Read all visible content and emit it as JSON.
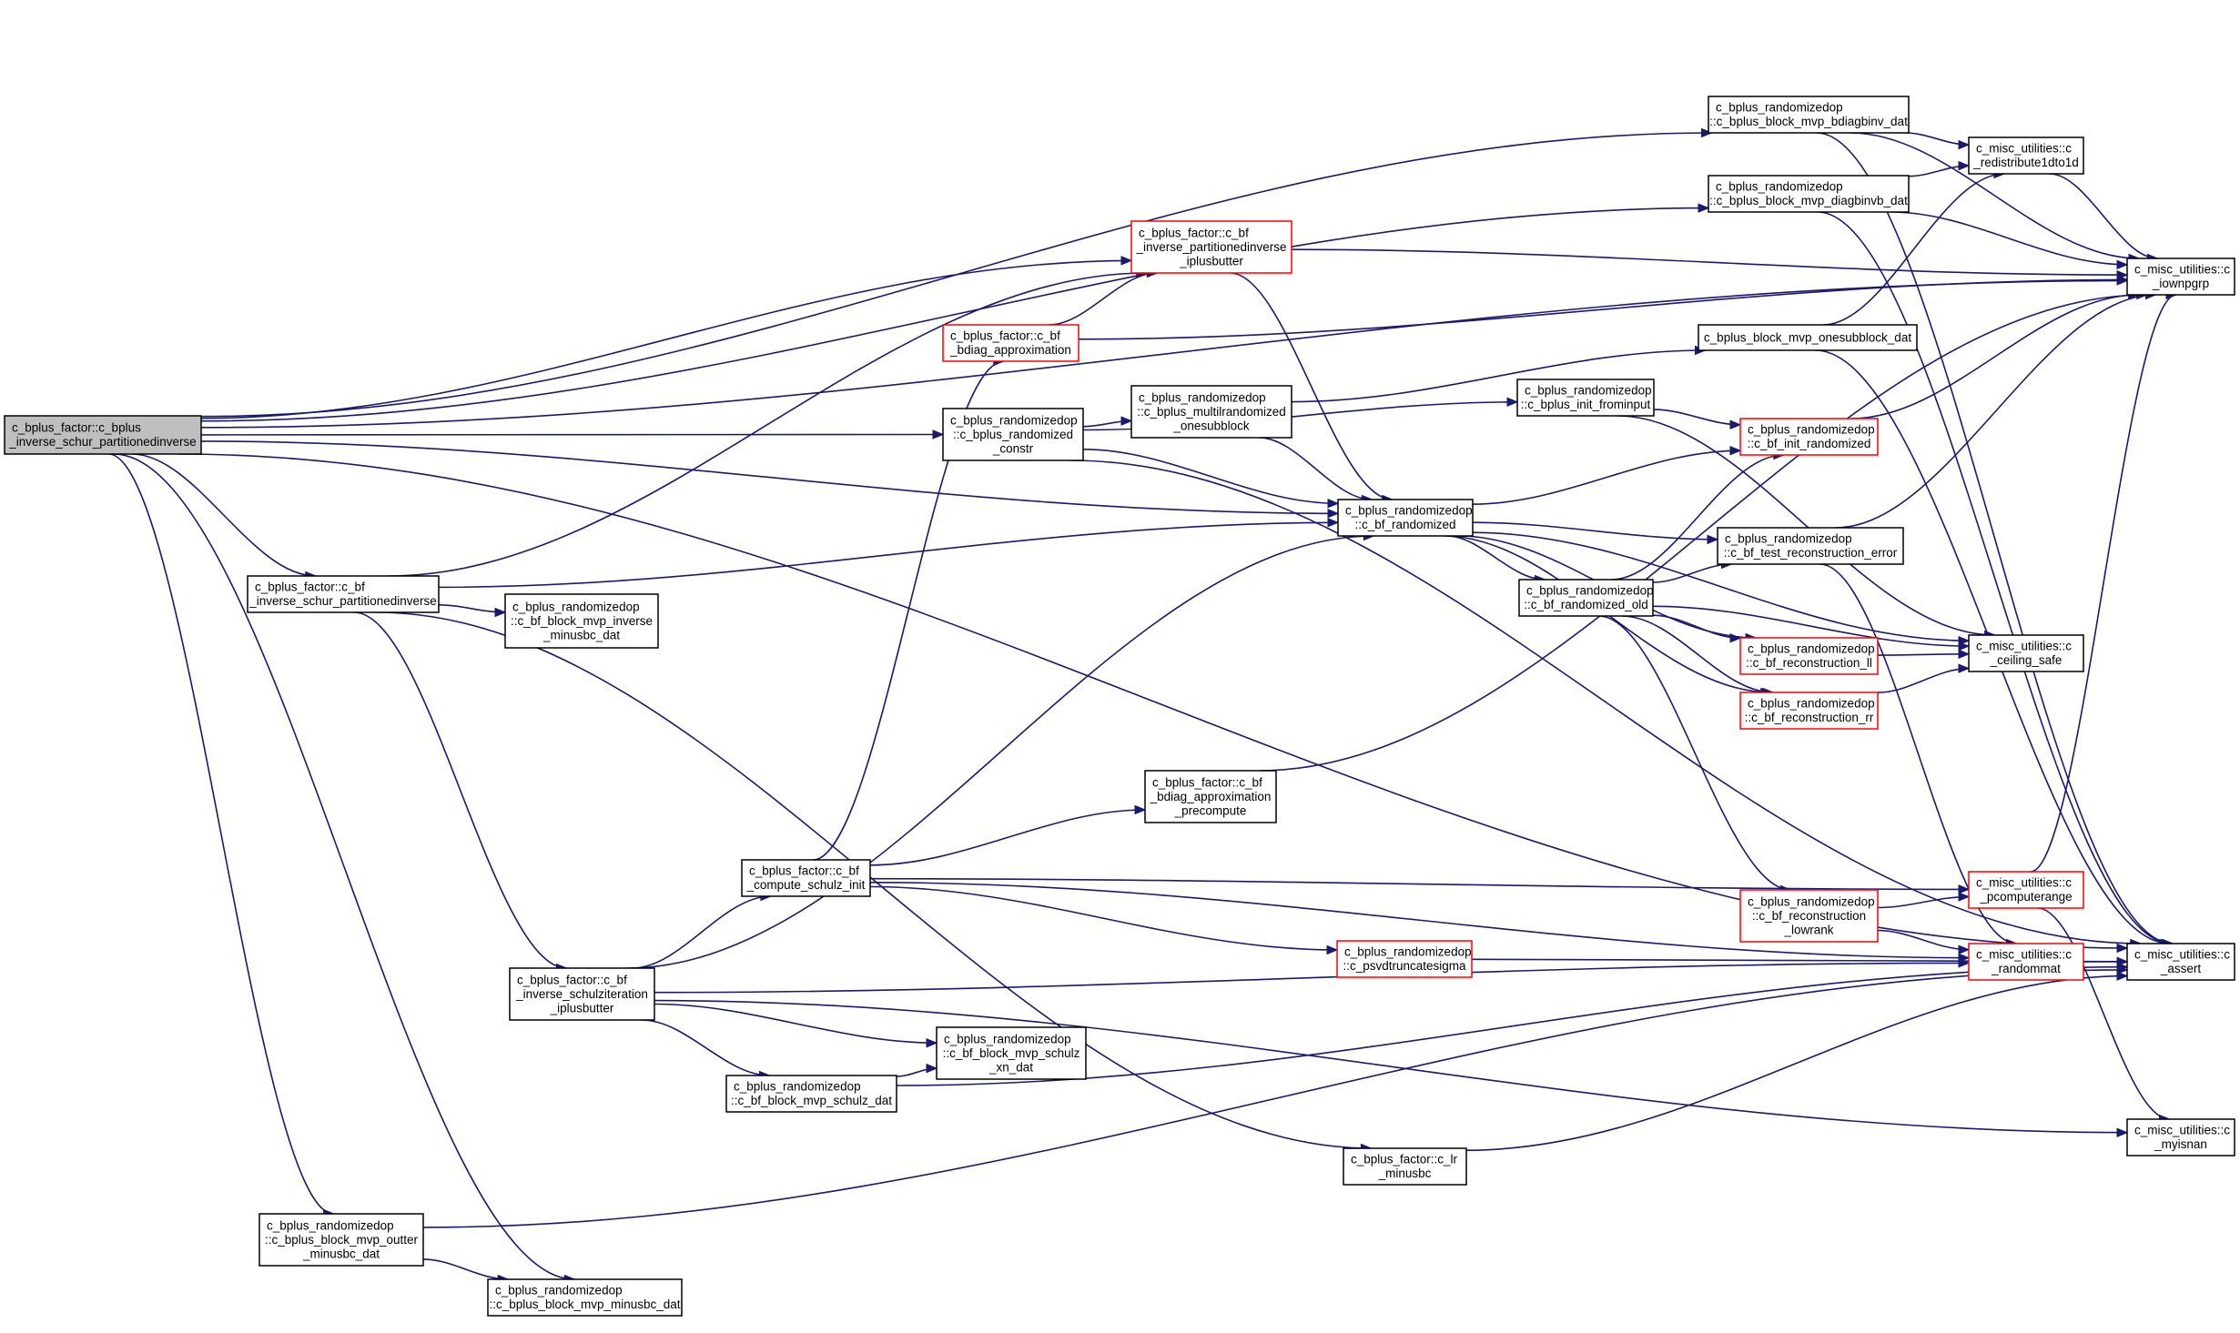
{
  "diagram": {
    "nodes": [
      {
        "id": "root",
        "lines": [
          "c_bplus_factor::c_bplus",
          "_inverse_schur_partitionedinverse"
        ],
        "style": "root"
      },
      {
        "id": "schurpart",
        "lines": [
          "c_bplus_factor::c_bf",
          "_inverse_schur_partitionedinverse"
        ],
        "style": "normal"
      },
      {
        "id": "mvpinv",
        "lines": [
          "c_bplus_randomizedop",
          "::c_bf_block_mvp_inverse",
          "_minusbc_dat"
        ],
        "style": "normal"
      },
      {
        "id": "outter",
        "lines": [
          "c_bplus_randomizedop",
          "::c_bplus_block_mvp_outter",
          "_minusbc_dat"
        ],
        "style": "normal"
      },
      {
        "id": "minusbc",
        "lines": [
          "c_bplus_randomizedop",
          "::c_bplus_block_mvp_minusbc_dat"
        ],
        "style": "normal"
      },
      {
        "id": "schulziter",
        "lines": [
          "c_bplus_factor::c_bf",
          "_inverse_schulziteration",
          "_iplusbutter"
        ],
        "style": "normal"
      },
      {
        "id": "schulzinit",
        "lines": [
          "c_bplus_factor::c_bf",
          "_compute_schulz_init"
        ],
        "style": "normal"
      },
      {
        "id": "schulzdat",
        "lines": [
          "c_bplus_randomizedop",
          "::c_bf_block_mvp_schulz_dat"
        ],
        "style": "normal"
      },
      {
        "id": "schulzxn",
        "lines": [
          "c_bplus_randomizedop",
          "::c_bf_block_mvp_schulz",
          "_xn_dat"
        ],
        "style": "normal"
      },
      {
        "id": "bdiagapprox",
        "lines": [
          "c_bplus_factor::c_bf",
          "_bdiag_approximation"
        ],
        "style": "red"
      },
      {
        "id": "bfpartiplus",
        "lines": [
          "c_bplus_factor::c_bf",
          "_inverse_partitionedinverse",
          "_iplusbutter"
        ],
        "style": "red"
      },
      {
        "id": "randconstr",
        "lines": [
          "c_bplus_randomizedop",
          "::c_bplus_randomized",
          "_constr"
        ],
        "style": "normal"
      },
      {
        "id": "multil",
        "lines": [
          "c_bplus_randomizedop",
          "::c_bplus_multilrandomized",
          "_onesubblock"
        ],
        "style": "normal"
      },
      {
        "id": "bdiagpre",
        "lines": [
          "c_bplus_factor::c_bf",
          "_bdiag_approximation",
          "_precompute"
        ],
        "style": "normal"
      },
      {
        "id": "bfrand",
        "lines": [
          "c_bplus_randomizedop",
          "::c_bf_randomized"
        ],
        "style": "normal"
      },
      {
        "id": "psvd",
        "lines": [
          "c_bplus_randomizedop",
          "::c_psvdtruncatesigma"
        ],
        "style": "red"
      },
      {
        "id": "lrminus",
        "lines": [
          "c_bplus_factor::c_lr",
          "_minusbc"
        ],
        "style": "normal"
      },
      {
        "id": "bdiaginv",
        "lines": [
          "c_bplus_randomizedop",
          "::c_bplus_block_mvp_bdiagbinv_dat"
        ],
        "style": "normal"
      },
      {
        "id": "diagbinv",
        "lines": [
          "c_bplus_randomizedop",
          "::c_bplus_block_mvp_diagbinvb_dat"
        ],
        "style": "normal"
      },
      {
        "id": "onesub",
        "lines": [
          "c_bplus_block_mvp_onesubblock_dat"
        ],
        "style": "normal"
      },
      {
        "id": "initfrom",
        "lines": [
          "c_bplus_randomizedop",
          "::c_bplus_init_frominput"
        ],
        "style": "normal"
      },
      {
        "id": "bfrandold",
        "lines": [
          "c_bplus_randomizedop",
          "::c_bf_randomized_old"
        ],
        "style": "normal"
      },
      {
        "id": "testrecon",
        "lines": [
          "c_bplus_randomizedop",
          "::c_bf_test_reconstruction_error"
        ],
        "style": "normal"
      },
      {
        "id": "initrand",
        "lines": [
          "c_bplus_randomizedop",
          "::c_bf_init_randomized"
        ],
        "style": "red"
      },
      {
        "id": "reconll",
        "lines": [
          "c_bplus_randomizedop",
          "::c_bf_reconstruction_ll"
        ],
        "style": "red"
      },
      {
        "id": "reconrr",
        "lines": [
          "c_bplus_randomizedop",
          "::c_bf_reconstruction_rr"
        ],
        "style": "red"
      },
      {
        "id": "reconlow",
        "lines": [
          "c_bplus_randomizedop",
          "::c_bf_reconstruction",
          "_lowrank"
        ],
        "style": "red"
      },
      {
        "id": "redist",
        "lines": [
          "c_misc_utilities::c",
          "_redistribute1dto1d"
        ],
        "style": "normal"
      },
      {
        "id": "ceiling",
        "lines": [
          "c_misc_utilities::c",
          "_ceiling_safe"
        ],
        "style": "normal"
      },
      {
        "id": "pcompute",
        "lines": [
          "c_misc_utilities::c",
          "_pcomputerange"
        ],
        "style": "red"
      },
      {
        "id": "randommat",
        "lines": [
          "c_misc_utilities::c",
          "_randommat"
        ],
        "style": "red"
      },
      {
        "id": "iownpgrp",
        "lines": [
          "c_misc_utilities::c",
          "_iownpgrp"
        ],
        "style": "normal"
      },
      {
        "id": "assert",
        "lines": [
          "c_misc_utilities::c",
          "_assert"
        ],
        "style": "normal"
      },
      {
        "id": "myisnan",
        "lines": [
          "c_misc_utilities::c",
          "_myisnan"
        ],
        "style": "normal"
      }
    ],
    "edges": [
      [
        "root",
        "schurpart"
      ],
      [
        "root",
        "outter"
      ],
      [
        "root",
        "minusbc"
      ],
      [
        "root",
        "randconstr"
      ],
      [
        "root",
        "bfrand"
      ],
      [
        "root",
        "bfpartiplus"
      ],
      [
        "root",
        "bdiaginv"
      ],
      [
        "root",
        "diagbinv"
      ],
      [
        "root",
        "iownpgrp"
      ],
      [
        "root",
        "assert"
      ],
      [
        "schurpart",
        "mvpinv"
      ],
      [
        "schurpart",
        "schulziter"
      ],
      [
        "schurpart",
        "bfpartiplus"
      ],
      [
        "schurpart",
        "bfrand"
      ],
      [
        "schurpart",
        "lrminus"
      ],
      [
        "outter",
        "minusbc"
      ],
      [
        "outter",
        "assert"
      ],
      [
        "schulziter",
        "schulzinit"
      ],
      [
        "schulziter",
        "schulzdat"
      ],
      [
        "schulziter",
        "schulzxn"
      ],
      [
        "schulziter",
        "bfrand"
      ],
      [
        "schulziter",
        "randommat"
      ],
      [
        "schulziter",
        "myisnan"
      ],
      [
        "schulzdat",
        "schulzxn"
      ],
      [
        "schulzdat",
        "assert"
      ],
      [
        "schulzinit",
        "bdiagapprox"
      ],
      [
        "schulzinit",
        "bdiagpre"
      ],
      [
        "schulzinit",
        "psvd"
      ],
      [
        "schulzinit",
        "pcompute"
      ],
      [
        "schulzinit",
        "randommat"
      ],
      [
        "bdiagapprox",
        "bfpartiplus"
      ],
      [
        "bdiagapprox",
        "iownpgrp"
      ],
      [
        "bfpartiplus",
        "bfrand"
      ],
      [
        "bfpartiplus",
        "iownpgrp"
      ],
      [
        "randconstr",
        "multil"
      ],
      [
        "randconstr",
        "bfrand"
      ],
      [
        "randconstr",
        "initfrom"
      ],
      [
        "randconstr",
        "assert"
      ],
      [
        "multil",
        "onesub"
      ],
      [
        "multil",
        "bfrand"
      ],
      [
        "bdiagpre",
        "iownpgrp"
      ],
      [
        "bfrand",
        "initrand"
      ],
      [
        "bfrand",
        "testrecon"
      ],
      [
        "bfrand",
        "bfrandold"
      ],
      [
        "bfrand",
        "reconll"
      ],
      [
        "bfrand",
        "reconrr"
      ],
      [
        "bfrand",
        "ceiling"
      ],
      [
        "psvd",
        "assert"
      ],
      [
        "lrminus",
        "assert"
      ],
      [
        "bdiaginv",
        "redist"
      ],
      [
        "bdiaginv",
        "iownpgrp"
      ],
      [
        "bdiaginv",
        "assert"
      ],
      [
        "diagbinv",
        "redist"
      ],
      [
        "diagbinv",
        "iownpgrp"
      ],
      [
        "diagbinv",
        "assert"
      ],
      [
        "onesub",
        "redist"
      ],
      [
        "onesub",
        "assert"
      ],
      [
        "initfrom",
        "initrand"
      ],
      [
        "initfrom",
        "ceiling"
      ],
      [
        "initrand",
        "iownpgrp"
      ],
      [
        "bfrandold",
        "initrand"
      ],
      [
        "bfrandold",
        "testrecon"
      ],
      [
        "bfrandold",
        "reconll"
      ],
      [
        "bfrandold",
        "reconrr"
      ],
      [
        "bfrandold",
        "reconlow"
      ],
      [
        "bfrandold",
        "ceiling"
      ],
      [
        "testrecon",
        "iownpgrp"
      ],
      [
        "testrecon",
        "randommat"
      ],
      [
        "reconll",
        "ceiling"
      ],
      [
        "reconrr",
        "ceiling"
      ],
      [
        "reconlow",
        "pcompute"
      ],
      [
        "reconlow",
        "randommat"
      ],
      [
        "pcompute",
        "iownpgrp"
      ],
      [
        "pcompute",
        "myisnan"
      ],
      [
        "randommat",
        "assert"
      ],
      [
        "redist",
        "iownpgrp"
      ]
    ]
  }
}
